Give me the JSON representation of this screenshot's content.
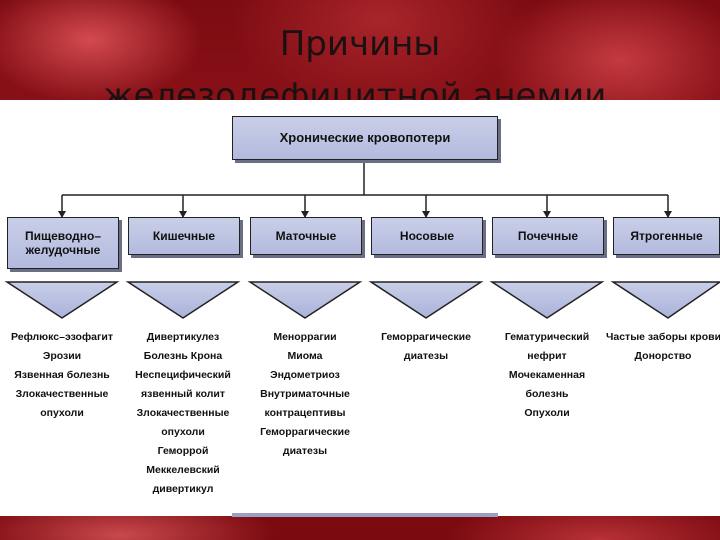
{
  "slide": {
    "title": "Причины железодефицитной анемии."
  },
  "diagram": {
    "root": "Хронические кровопотери",
    "categories": [
      {
        "label": "Пищеводно–желудочные",
        "items": [
          "Рефлюкс–эзофагит",
          "Эрозии",
          "Язвенная болезнь",
          "Злокачественные",
          "опухоли"
        ]
      },
      {
        "label": "Кишечные",
        "items": [
          "Дивертикулез",
          "Болезнь Крона",
          "Неспецифический",
          "язвенный колит",
          "Злокачественные",
          "опухоли",
          "Геморрой",
          "Меккелевский",
          "дивертикул"
        ]
      },
      {
        "label": "Маточные",
        "items": [
          "Меноррагии",
          "Миома",
          "Эндометриоз",
          "Внутриматочные",
          "контрацептивы",
          "Геморрагические",
          "диатезы"
        ]
      },
      {
        "label": "Носовые",
        "items": [
          "Геморрагические",
          "диатезы"
        ]
      },
      {
        "label": "Почечные",
        "items": [
          "Гематурический",
          "нефрит",
          "Мочекаменная",
          "болезнь",
          "Опухоли"
        ]
      },
      {
        "label": "Ятрогенные",
        "items": [
          "Частые заборы крови",
          "Донорство"
        ]
      }
    ]
  }
}
